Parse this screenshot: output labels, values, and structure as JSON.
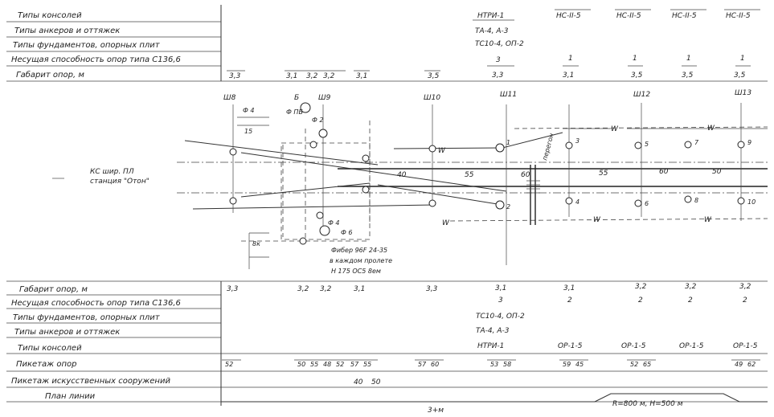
{
  "top_rows": [
    "Типы консолей",
    "Типы анкеров и оттяжек",
    "Типы фундаментов, опорных плит",
    "Несущая способность опор типа С136,6",
    "Габарит опор, м"
  ],
  "bottom_rows": [
    "Габарит опор, м",
    "Несущая способность опор типа С136,6",
    "Типы фундаментов, опорных плит",
    "Типы анкеров и оттяжек",
    "Типы консолей",
    "Пикетаж опор",
    "Пикетаж искусственных сооружений",
    "План линии"
  ],
  "top_headers": [
    "НТРИ-1",
    "НС-II-5",
    "НС-II-5",
    "НС-II-5",
    "НС-II-5"
  ],
  "top_sub": [
    "ТА-4, А-3",
    "ТС10-4, ОП-2"
  ],
  "top_capacity": [
    "3",
    "1",
    "1",
    "1",
    "1"
  ],
  "top_gabarit": [
    "3,3",
    "3,1",
    "3,2",
    "3,2",
    "3,1",
    "3,5",
    "3,3",
    "3,1",
    "3,5",
    "3,5",
    "3,5"
  ],
  "pole_labels": [
    "Ш8",
    "Б",
    "Ш9",
    "Ш10",
    "Ш11",
    "Ш12",
    "Ш13"
  ],
  "span_labels": [
    "40",
    "55",
    "60",
    "55",
    "60",
    "50"
  ],
  "wire_markers": [
    "W",
    "W",
    "W",
    "W",
    "W",
    "W"
  ],
  "left_note": [
    "КС шир. ПЛ",
    "станция \"Отон\""
  ],
  "annotations": [
    "Ф ПБ",
    "Ф 2",
    "Ф 4",
    "Ф 6",
    "Фибер 96F 24-35",
    "в каждом пролете",
    "Н 175 ОС5 8ем",
    "перегон",
    "Ф 4",
    "15",
    "8к"
  ],
  "pole_numbers": [
    "1",
    "2",
    "3",
    "4",
    "5",
    "6",
    "7",
    "8",
    "9",
    "10"
  ],
  "bottom_gabarit": [
    "3,3",
    "3,2",
    "3,2",
    "3,1",
    "3,3",
    "3,1",
    "3,1",
    "3,2",
    "3,2",
    "3,2"
  ],
  "bottom_capacity": [
    "3",
    "2",
    "2",
    "2",
    "2"
  ],
  "bottom_found": [
    "ТС10-4, ОП-2"
  ],
  "bottom_anchor": [
    "ТА-4, А-3"
  ],
  "bottom_console": [
    "НТРИ-1",
    "ОР-1-5",
    "ОР-1-5",
    "ОР-1-5",
    "ОР-1-5"
  ],
  "picket": [
    "52",
    "50",
    "55",
    "48",
    "52",
    "57",
    "55",
    "57",
    "60",
    "53",
    "58",
    "59",
    "45",
    "52",
    "65",
    "49",
    "62"
  ],
  "picket2": [
    "40",
    "50"
  ],
  "plan_note": "R=800 м, H=500 м",
  "plan_short": "3+м"
}
